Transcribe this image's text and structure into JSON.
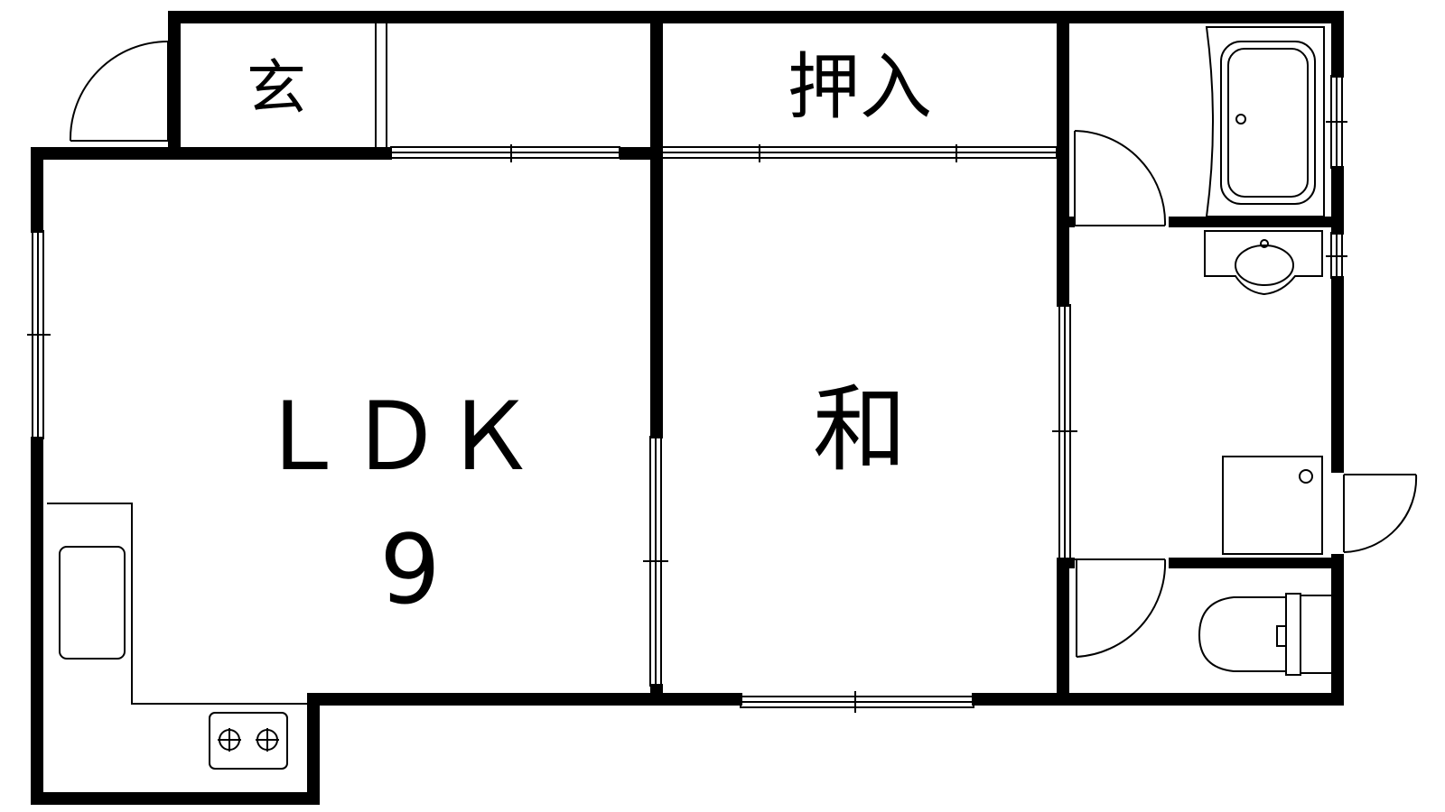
{
  "rooms": {
    "entrance": "玄",
    "closet": "押入",
    "ldk_name": "ＬＤＫ",
    "ldk_size": "9",
    "washitsu": "和"
  },
  "colors": {
    "wall": "#000000",
    "background": "#ffffff"
  }
}
